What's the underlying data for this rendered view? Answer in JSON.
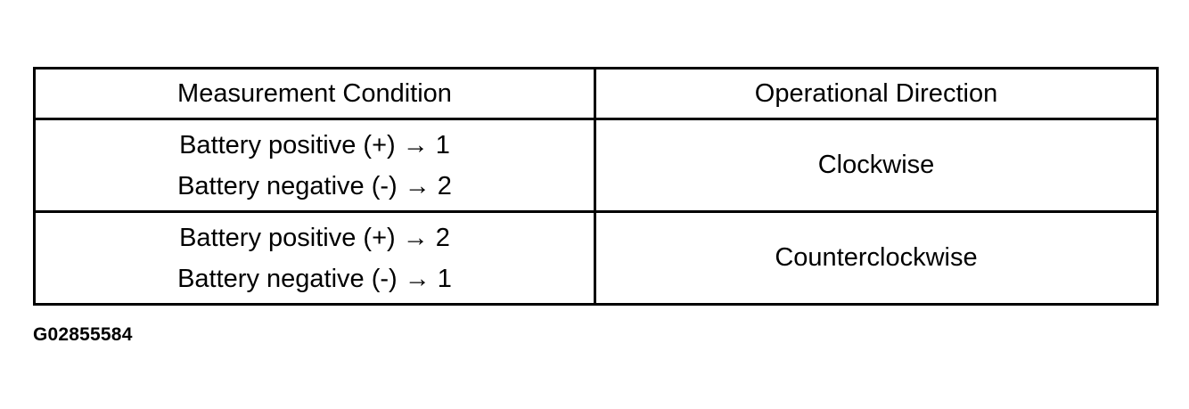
{
  "table": {
    "headers": {
      "condition": "Measurement Condition",
      "direction": "Operational Direction"
    },
    "rows": [
      {
        "condition": [
          "Battery positive (+) → 1",
          "Battery negative (-) → 2"
        ],
        "direction": "Clockwise"
      },
      {
        "condition": [
          "Battery positive (+) → 2",
          "Battery negative (-) → 1"
        ],
        "direction": "Counterclockwise"
      }
    ]
  },
  "figure_id": "G02855584"
}
